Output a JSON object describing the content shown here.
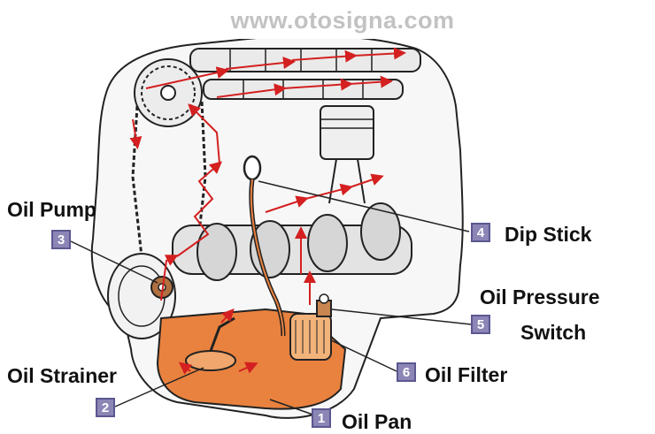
{
  "watermark": "www.otosigna.com",
  "colors": {
    "oil_pan": "#e9823f",
    "oil_flow_arrows": "#d42020",
    "badge_fill": "#8b86b6",
    "engine_outline": "#222222"
  },
  "callouts": [
    {
      "number": "1",
      "label": "Oil Pan"
    },
    {
      "number": "2",
      "label": "Oil Strainer"
    },
    {
      "number": "3",
      "label": "Oil Pump"
    },
    {
      "number": "4",
      "label": "Dip Stick"
    },
    {
      "number": "5",
      "label": "Oil Pressure Switch",
      "label_line1": "Oil Pressure",
      "label_line2": "Switch"
    },
    {
      "number": "6",
      "label": "Oil Filter"
    }
  ]
}
